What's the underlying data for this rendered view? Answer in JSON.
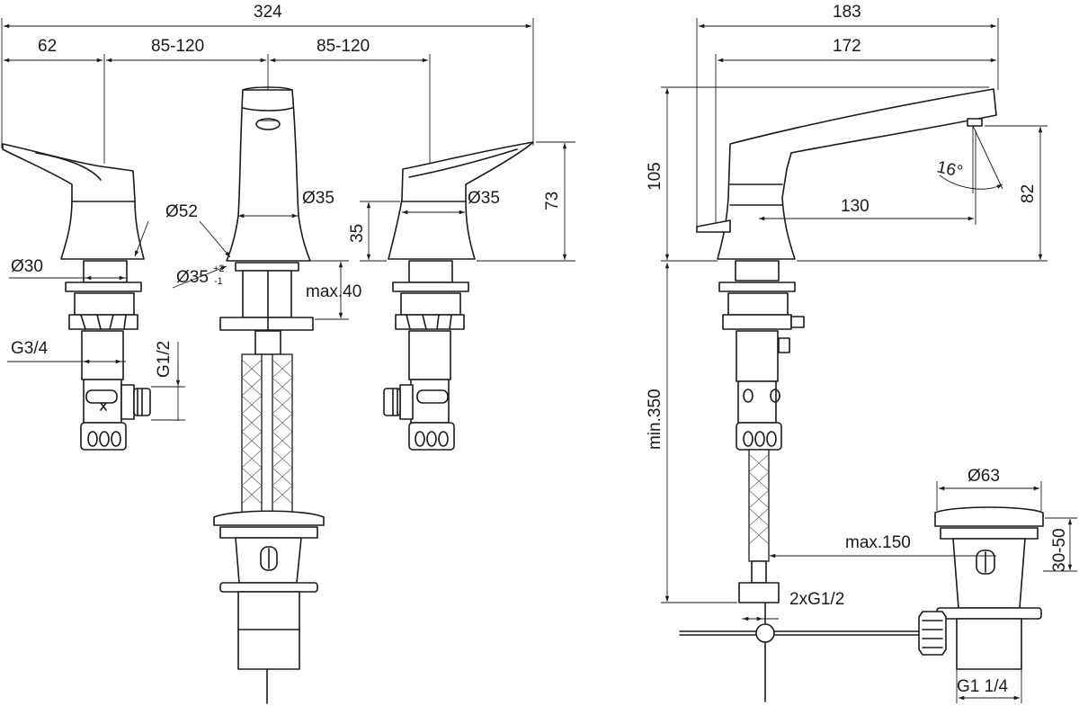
{
  "drawing": {
    "front_view": {
      "overall_width": "324",
      "left_offset": "62",
      "spacing_left": "85-120",
      "spacing_right": "85-120",
      "spout_base_dia": "Ø35",
      "right_handle_base_dia": "Ø35",
      "escutcheon_dia": "Ø52",
      "left_shank_dia": "Ø30",
      "hole_dia": "Ø35",
      "hole_tol_upper": "+2",
      "hole_tol_lower": "-1",
      "max_deck_thickness": "max.40",
      "handle_base_height": "35",
      "handle_height": "73",
      "inlet_thread": "G3/4",
      "outlet_thread": "G1/2"
    },
    "side_view": {
      "overall_depth": "183",
      "spout_reach": "172",
      "spout_height": "105",
      "aerator_offset": "130",
      "outlet_angle": "16°",
      "handle_height": "82",
      "min_hose_length": "min.350",
      "waste_dia": "Ø63",
      "waste_offset": "max.150",
      "waste_height_range": "30-50",
      "hose_connections": "2xG1/2",
      "waste_thread": "G1 1/4"
    }
  }
}
